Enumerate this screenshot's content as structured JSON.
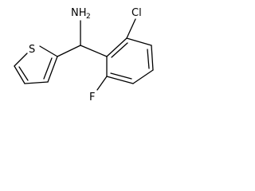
{
  "molecule": {
    "labels": {
      "amine_n": "NH",
      "amine_sub": "2",
      "chlorine": "Cl",
      "fluorine": "F",
      "sulfur": "S"
    },
    "bond_color": "#000000",
    "background": "#ffffff"
  }
}
